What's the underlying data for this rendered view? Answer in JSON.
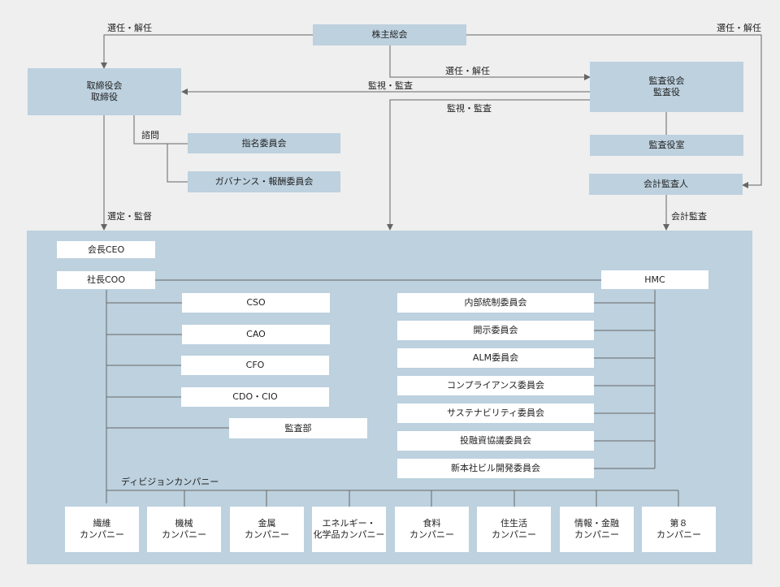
{
  "top": {
    "shareholders": "株主総会",
    "board": [
      "取締役会",
      "取締役"
    ],
    "auditors": [
      "監査役会",
      "監査役"
    ],
    "auditor_office": "監査役室",
    "accounting_auditor": "会計監査人",
    "nomination_committee": "指名委員会",
    "governance_committee": "ガバナンス・報酬委員会"
  },
  "labels": {
    "appoint_dismiss_left": "選任・解任",
    "appoint_dismiss_right": "選任・解任",
    "appoint_dismiss_mid": "選任・解任",
    "monitor_audit_1": "監視・監査",
    "monitor_audit_2": "監視・監査",
    "consult": "諮問",
    "appoint_supervise": "選定・監督",
    "accounting_audit": "会計監査",
    "divisions": "ディビジョンカンパニー"
  },
  "execution": {
    "chairman": "会長CEO",
    "president": "社長COO",
    "hmc": "HMC",
    "officers": [
      "CSO",
      "CAO",
      "CFO",
      "CDO・CIO"
    ],
    "audit_dept": "監査部",
    "committees": [
      "内部統制委員会",
      "開示委員会",
      "ALM委員会",
      "コンプライアンス委員会",
      "サステナビリティ委員会",
      "投融資協議委員会",
      "新本社ビル開発委員会"
    ]
  },
  "companies": [
    [
      "繊維",
      "カンパニー"
    ],
    [
      "機械",
      "カンパニー"
    ],
    [
      "金属",
      "カンパニー"
    ],
    [
      "エネルギー・",
      "化学品カンパニー"
    ],
    [
      "食料",
      "カンパニー"
    ],
    [
      "住生活",
      "カンパニー"
    ],
    [
      "情報・金融",
      "カンパニー"
    ],
    [
      "第８",
      "カンパニー"
    ]
  ],
  "colors": {
    "panel": "#bdd1df",
    "line": "#666666",
    "background": "#efefef"
  }
}
